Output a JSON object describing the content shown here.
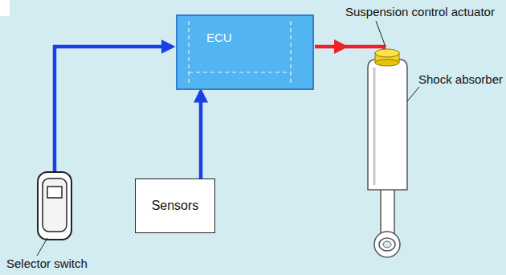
{
  "diagram": {
    "nodes": [
      {
        "text": [
          "ECU"
        ]
      },
      {
        "text": [
          "Sensors"
        ]
      }
    ],
    "edges": [
      {
        "from": 1,
        "to": 0,
        "arrow": "to"
      }
    ],
    "labels": [
      "Suspension control actuator",
      "Shock absorber",
      "Selector switch"
    ]
  }
}
